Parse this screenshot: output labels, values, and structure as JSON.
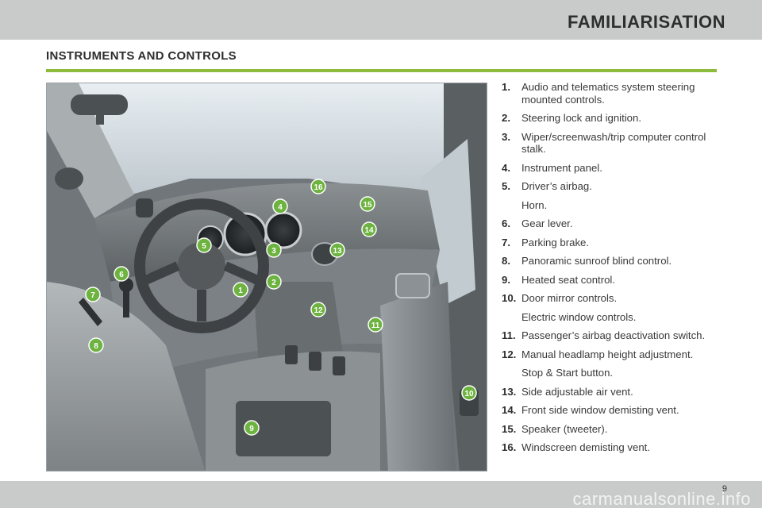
{
  "header": {
    "chapter_title": "FAMILIARISATION"
  },
  "section": {
    "title": "INSTRUMENTS AND CONTROLS",
    "accent_color": "#8dbb3c"
  },
  "illustration": {
    "markers": [
      {
        "label": "1"
      },
      {
        "label": "2"
      },
      {
        "label": "3"
      },
      {
        "label": "4"
      },
      {
        "label": "5"
      },
      {
        "label": "6"
      },
      {
        "label": "7"
      },
      {
        "label": "8"
      },
      {
        "label": "9"
      },
      {
        "label": "10"
      },
      {
        "label": "11"
      },
      {
        "label": "12"
      },
      {
        "label": "13"
      },
      {
        "label": "14"
      },
      {
        "label": "15"
      },
      {
        "label": "16"
      }
    ],
    "marker_color": "#6db33f"
  },
  "legend": {
    "items": [
      {
        "num": "1.",
        "text": "Audio and telematics system steering mounted controls."
      },
      {
        "num": "2.",
        "text": "Steering lock and ignition."
      },
      {
        "num": "3.",
        "text": "Wiper/screenwash/trip computer control stalk."
      },
      {
        "num": "4.",
        "text": "Instrument panel."
      },
      {
        "num": "5.",
        "text": "Driver’s airbag.",
        "sub": "Horn."
      },
      {
        "num": "6.",
        "text": "Gear lever."
      },
      {
        "num": "7.",
        "text": "Parking brake."
      },
      {
        "num": "8.",
        "text": "Panoramic sunroof blind control."
      },
      {
        "num": "9.",
        "text": "Heated seat control."
      },
      {
        "num": "10.",
        "text": "Door mirror controls.",
        "sub": "Electric window controls."
      },
      {
        "num": "11.",
        "text": "Passenger’s airbag deactivation switch."
      },
      {
        "num": "12.",
        "text": "Manual headlamp height adjustment.",
        "sub": "Stop & Start button."
      },
      {
        "num": "13.",
        "text": "Side adjustable air vent."
      },
      {
        "num": "14.",
        "text": "Front side window demisting vent."
      },
      {
        "num": "15.",
        "text": "Speaker (tweeter)."
      },
      {
        "num": "16.",
        "text": "Windscreen demisting vent."
      }
    ]
  },
  "footer": {
    "page_number": "9",
    "watermark": "carmanualsonline.info"
  }
}
